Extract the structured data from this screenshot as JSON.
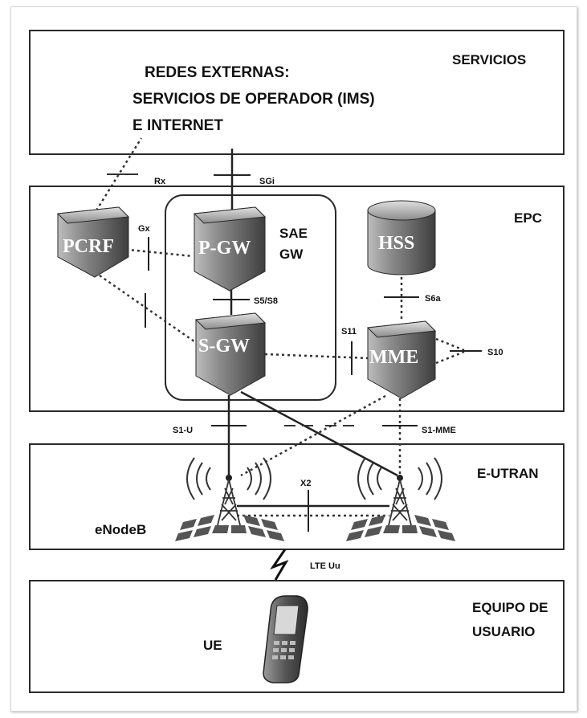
{
  "layers": {
    "servicios": "SERVICIOS",
    "epc": "EPC",
    "eutran": "E-UTRAN",
    "equipo_line1": "EQUIPO DE",
    "equipo_line2": "USUARIO"
  },
  "external_networks": {
    "line1": "REDES EXTERNAS:",
    "line2": "SERVICIOS DE OPERADOR (IMS)",
    "line3": "E INTERNET"
  },
  "nodes": {
    "pcrf": "PCRF",
    "pgw": "P-GW",
    "sgw": "S-GW",
    "hss": "HSS",
    "mme": "MME",
    "sae_gw_line1": "SAE",
    "sae_gw_line2": "GW",
    "enodeb": "eNodeB",
    "ue": "UE"
  },
  "interfaces": {
    "rx": "Rx",
    "sgi": "SGi",
    "gx": "Gx",
    "s5_s8": "S5/S8",
    "s6a": "S6a",
    "s11": "S11",
    "s10": "S10",
    "s1_u": "S1-U",
    "s1_mme": "S1-MME",
    "x2": "X2",
    "lte_uu": "LTE Uu"
  },
  "colors": {
    "node_fill_light": "#9c9c9c",
    "node_fill_dark": "#4a4a4a",
    "border": "#2a2a2a"
  }
}
